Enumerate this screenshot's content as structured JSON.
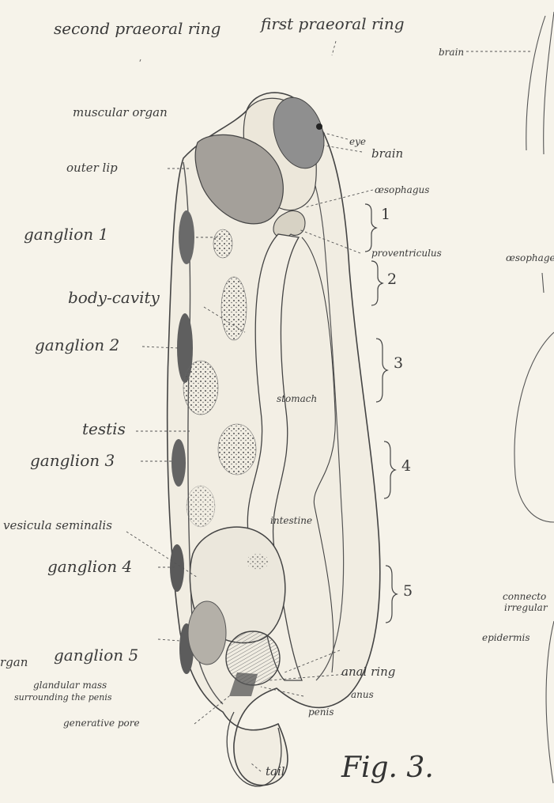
{
  "labels": {
    "second_praeoral_ring": "second praeoral ring",
    "first_praeoral_ring": "first praeoral ring",
    "brain_right": "brain",
    "muscular_organ": "muscular organ",
    "eye": "eye",
    "brain": "brain",
    "outer_lip": "outer lip",
    "oesophagus": "œsophagus",
    "ganglion_1": "ganglion 1",
    "proventriculus": "proventriculus",
    "oesophageal_right": "œsophagea",
    "body_cavity": "body-cavity",
    "ganglion_2": "ganglion 2",
    "stomach": "stomach",
    "testis": "testis",
    "ganglion_3": "ganglion 3",
    "vesicula_seminalis": "vesicula seminalis",
    "intestine": "intestine",
    "ganglion_4": "ganglion 4",
    "connective_right": "connecto",
    "irregular_right": "irregular",
    "epidermis_right": "epidermis",
    "organ_left": "rgan",
    "ganglion_5": "ganglion 5",
    "anal_ring": "anal ring",
    "glandular_mass": "glandular mass",
    "surrounding_penis": "surrounding the penis",
    "anus": "anus",
    "penis": "penis",
    "generative_pore": "generative pore",
    "tail": "tail",
    "fig_title": "Fig. 3."
  },
  "segments": [
    "1",
    "2",
    "3",
    "4",
    "5"
  ]
}
